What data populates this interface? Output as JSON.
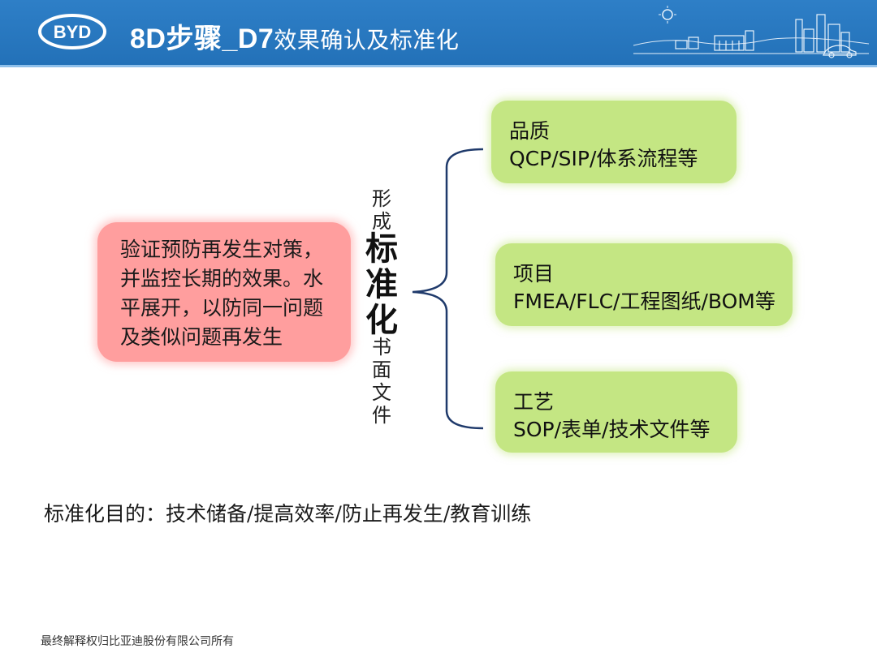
{
  "header": {
    "logo_text": "BYD",
    "title_main": "8D步骤_D7",
    "title_sub": "效果确认及标准化"
  },
  "left_box": {
    "text": "验证预防再发生对策，并监控长期的效果。水平展开，以防同一问题及类似问题再发生"
  },
  "vertical_label": {
    "top": [
      "形",
      "成"
    ],
    "big": [
      "标",
      "准",
      "化"
    ],
    "bottom": [
      "书",
      "面",
      "文",
      "件"
    ]
  },
  "boxes": [
    {
      "title": "品质",
      "detail": "QCP/SIP/体系流程等"
    },
    {
      "title": "项目",
      "detail": "FMEA/FLC/工程图纸/BOM等"
    },
    {
      "title": "工艺",
      "detail": "SOP/表单/技术文件等"
    }
  ],
  "purpose": "标准化目的：技术储备/提高效率/防止再发生/教育训练",
  "footer": "最终解释权归比亚迪股份有限公司所有",
  "colors": {
    "header_blue": "#2371b8",
    "pink_box": "#ff9e9e",
    "green_box": "#c4e683",
    "brace_navy": "#1f3a6b"
  }
}
